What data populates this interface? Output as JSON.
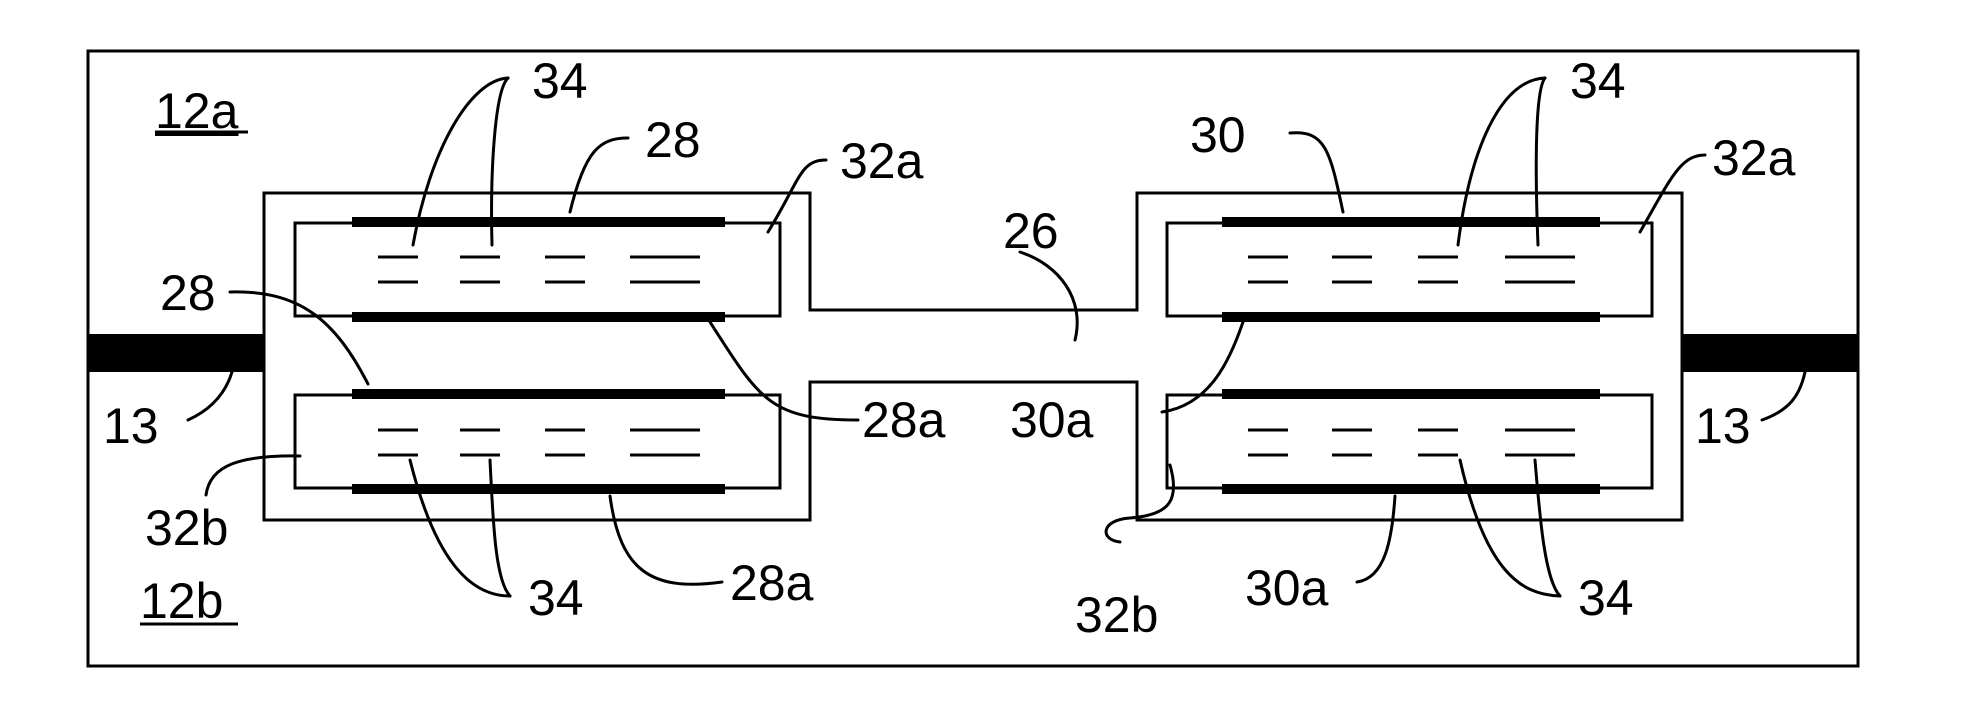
{
  "labels": {
    "region_top": "12a",
    "region_bottom": "12b",
    "channel": "26",
    "left_plate_top": "28",
    "left_plate_side": "28",
    "left_plate_bottom_mid": "28a",
    "left_plate_bottom": "28a",
    "right_plate_top": "30",
    "right_plate_mid": "30a",
    "right_plate_bottom": "30a",
    "chamber_left_top": "32a",
    "chamber_left_bottom": "32b",
    "chamber_right_top": "32a",
    "chamber_right_bottom": "32b",
    "lines_left_top": "34",
    "lines_left_bottom": "34",
    "lines_right_top": "34",
    "lines_right_bottom": "34",
    "lead_left": "13",
    "lead_right": "13"
  }
}
